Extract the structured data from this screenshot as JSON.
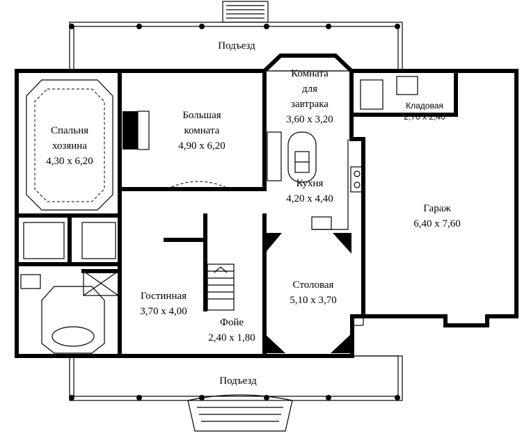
{
  "rooms": {
    "porch_top": "Подъезд",
    "porch_bottom": "Подъезд",
    "master_bedroom": {
      "line1": "Спальня",
      "line2": "хозяина",
      "size": "4,30 x 6,20"
    },
    "great_room": {
      "line1": "Большая",
      "line2": "комната",
      "size": "4,90 x 6,20"
    },
    "breakfast_room": {
      "line1": "Комната",
      "line2": "для",
      "line3": "завтрака",
      "size": "3,60 x 3,20"
    },
    "pantry": {
      "name": "Кладовая",
      "size": "2,70 x 2,40"
    },
    "kitchen": {
      "name": "Кухня",
      "size": "4,20 x 4,40"
    },
    "garage": {
      "name": "Гараж",
      "size": "6,40 x 7,60"
    },
    "living_room": {
      "name": "Гостинная",
      "size": "3,70 x 4,00"
    },
    "dining_room": {
      "name": "Столовая",
      "size": "5,10 x 3,70"
    },
    "foyer": {
      "name": "Фойе",
      "size": "2,40 x 1,80"
    }
  }
}
